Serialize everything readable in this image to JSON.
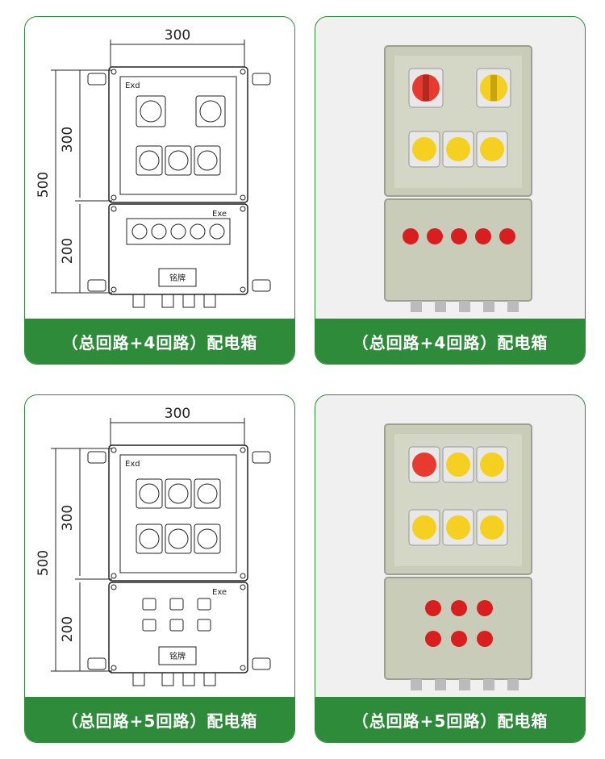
{
  "cards": [
    {
      "caption": "（总回路+4回路）配电箱",
      "dims": {
        "width": "300",
        "total": "500",
        "upper": "300",
        "lower": "200"
      },
      "marks": {
        "exd": "Exd",
        "exe": "Exe",
        "plate": "铭牌"
      }
    },
    {
      "caption": "（总回路+4回路）配电箱"
    },
    {
      "caption": "（总回路+5回路）配电箱",
      "dims": {
        "width": "300",
        "total": "500",
        "upper": "300",
        "lower": "200"
      },
      "marks": {
        "exd": "Exd",
        "exe": "Exe",
        "plate": "铭牌"
      }
    },
    {
      "caption": "（总回路+5回路）配电箱"
    }
  ],
  "colors": {
    "accent": "#2e8b3a",
    "box": "#c9ccb9",
    "switch_yellow": "#f5d020",
    "switch_red": "#e63b2e",
    "lamp_red": "#d81e1e"
  }
}
